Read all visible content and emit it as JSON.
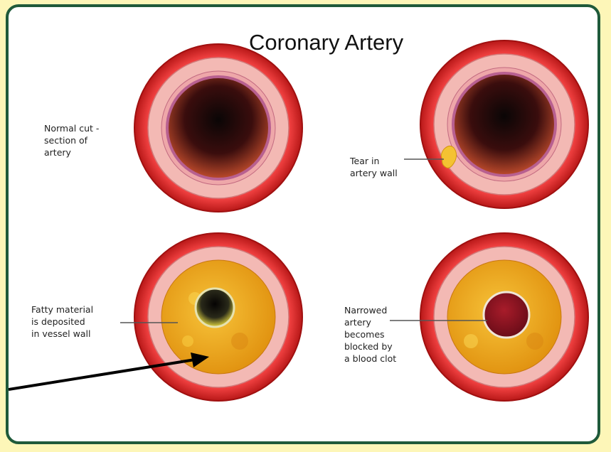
{
  "title": "Coronary Artery",
  "labels": {
    "normal": "Normal cut -\nsection of\nartery",
    "tear": "Tear in\nartery wall",
    "fatty": "Fatty material\nis deposited\nin vessel wall",
    "narrowed": "Narrowed\nartery\nbecomes\nblocked by\na blood clot"
  },
  "colors": {
    "page_background": "#fdf6b8",
    "panel_border": "#1f5a3a",
    "outer_wall": "#e02a2a",
    "middle_wall": "#f2b6b2",
    "inner_ring": "#b85a8a",
    "fatty_deposit": "#efa21a",
    "blood_clot": "#8e1622"
  }
}
